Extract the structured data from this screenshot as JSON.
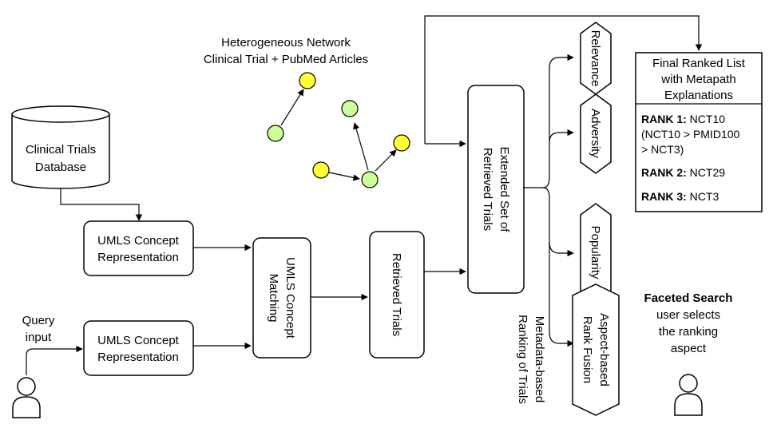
{
  "network": {
    "title_line1": "Heterogeneous Network",
    "title_line2": "Clinical Trial + PubMed Articles"
  },
  "database": {
    "line1": "Clinical Trials",
    "line2": "Database"
  },
  "umls_repr_1": {
    "line1": "UMLS Concept",
    "line2": "Representation"
  },
  "umls_repr_2": {
    "line1": "UMLS Concept",
    "line2": "Representation"
  },
  "query": {
    "line1": "Query",
    "line2": "input"
  },
  "matching": {
    "line1": "UMLS Concept",
    "line2": "Matching"
  },
  "retrieved": {
    "label": "Retrieved Trials"
  },
  "extended": {
    "line1": "Extended Set of",
    "line2": "Retrieved Trials"
  },
  "metadata_ranking": {
    "line1": "Metadata-based",
    "line2": "Ranking of Trials"
  },
  "aspects": {
    "relevance": "Relevance",
    "adversity": "Adversity",
    "popularity": "Popularity",
    "fusion_line1": "Aspect-based",
    "fusion_line2": "Rank Fusion"
  },
  "final_list": {
    "title_line1": "Final Ranked List",
    "title_line2": "with Metapath",
    "title_line3": "Explanations",
    "rank1_label": "RANK 1:",
    "rank1_value": "NCT10",
    "rank1_path_line1": "(NCT10 > PMID100",
    "rank1_path_line2": "> NCT3)",
    "rank2_label": "RANK 2:",
    "rank2_value": "NCT29",
    "rank3_label": "RANK 3:",
    "rank3_value": "NCT3"
  },
  "faceted": {
    "title": "Faceted Search",
    "line1": "user selects",
    "line2": "the ranking",
    "line3": "aspect"
  },
  "colors": {
    "trial_node": "#ccff99",
    "article_node": "#ffff33",
    "stroke": "#000000"
  }
}
